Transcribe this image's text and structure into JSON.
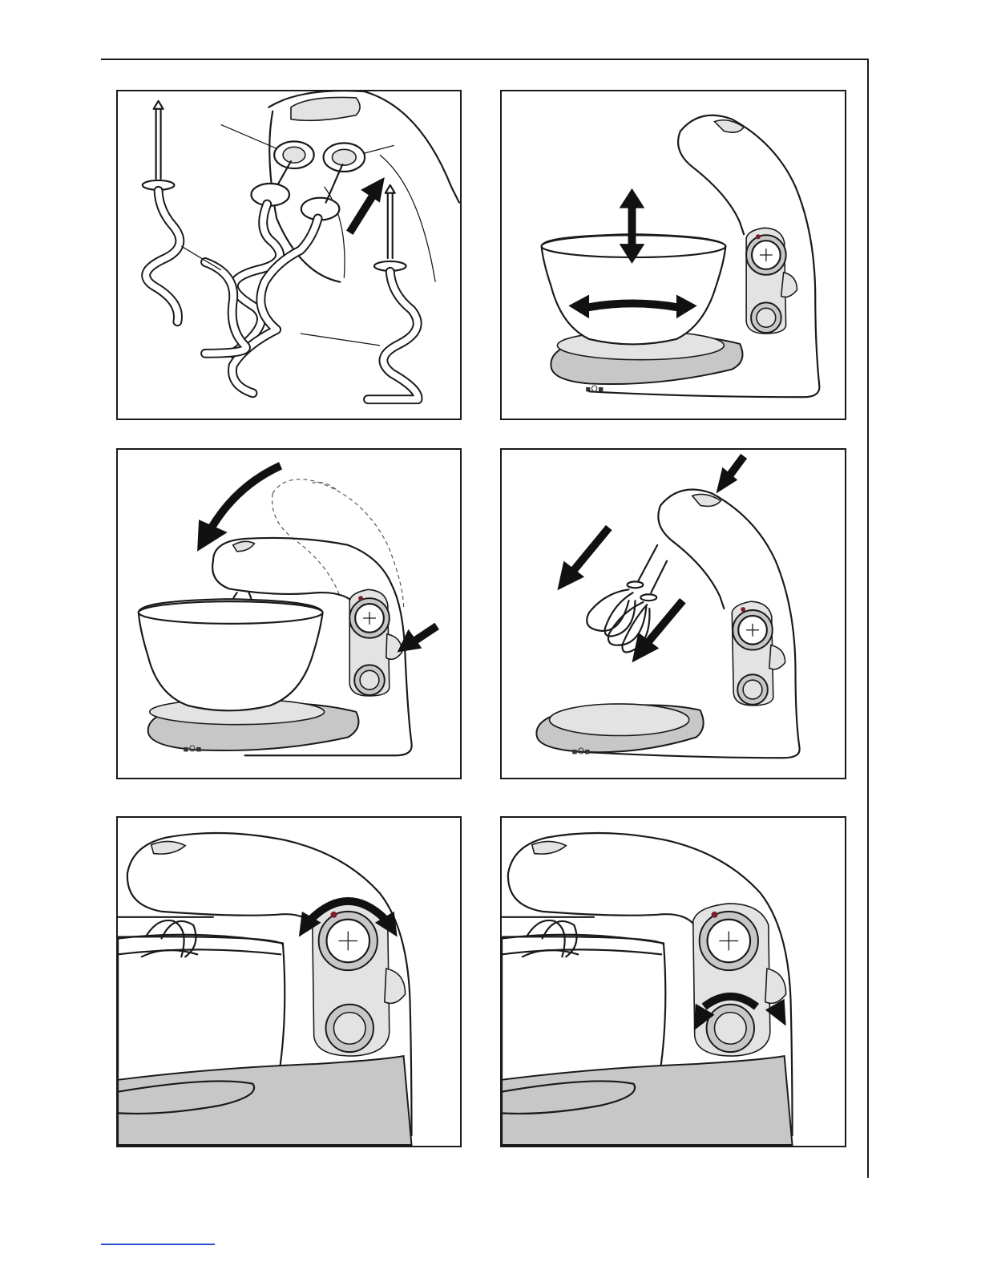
{
  "colors": {
    "line": "#1a1a1a",
    "fill_gray": "#c7c7c7",
    "fill_light": "#e3e3e3",
    "arrow": "#111111",
    "footer_rule": "#2b4fd1"
  },
  "figures": [
    {
      "name": "dough-hooks-insertion",
      "icons": [
        "dough-hook-icon",
        "insert-arrow-icon"
      ]
    },
    {
      "name": "bowl-positioning",
      "icons": [
        "vertical-arrow-icon",
        "horizontal-arrow-icon"
      ]
    },
    {
      "name": "lower-mixer-head",
      "icons": [
        "curved-arrow-icon",
        "release-button-arrow-icon"
      ]
    },
    {
      "name": "attach-beaters",
      "icons": [
        "beater-icon",
        "press-arrow-icon"
      ]
    },
    {
      "name": "speed-dial-rotation",
      "icons": [
        "rotate-arrow-icon"
      ]
    },
    {
      "name": "timer-dial-rotation",
      "icons": [
        "rotate-arrow-icon"
      ]
    }
  ]
}
